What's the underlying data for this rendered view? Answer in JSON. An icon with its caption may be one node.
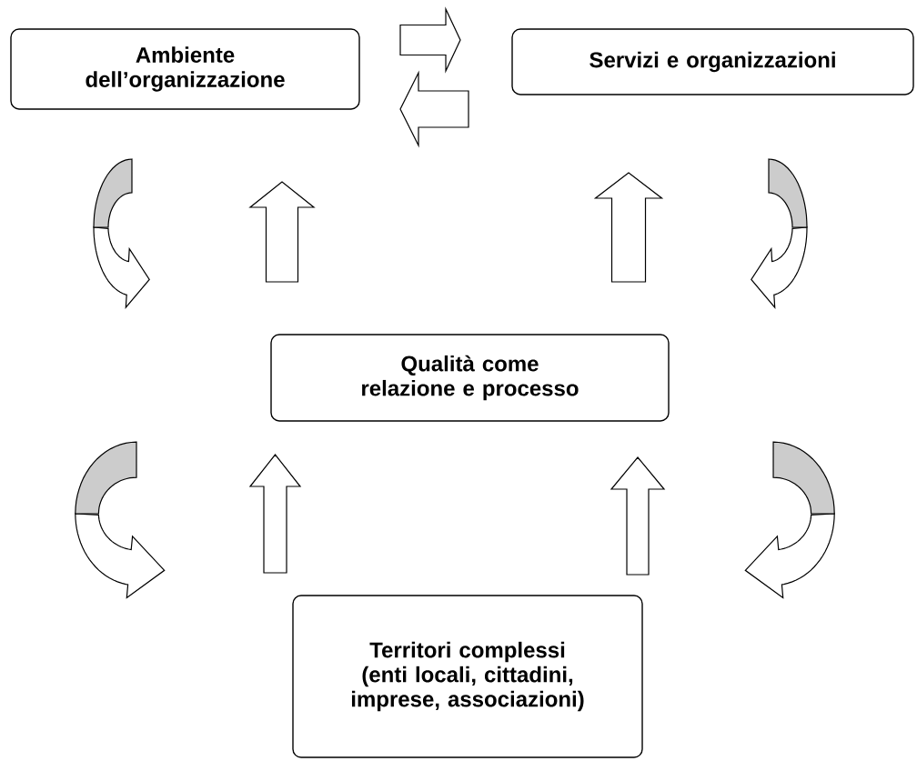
{
  "diagram": {
    "nodes": [
      {
        "text": [
          "Ambiente dell’organizzazione"
        ]
      },
      {
        "text": [
          "Servizi e organizzazioni"
        ]
      },
      {
        "text": [
          "Qualità come relazione e processo"
        ]
      },
      {
        "text": [
          "Territori complessi (enti locali, cittadini, imprese, associazioni)"
        ]
      }
    ],
    "edges": [
      {
        "from": 0,
        "to": 1,
        "arrow": "to"
      },
      {
        "from": 1,
        "to": 0,
        "arrow": "to"
      },
      {
        "from": 2,
        "to": 0,
        "arrow": "to"
      },
      {
        "from": 2,
        "to": 1,
        "arrow": "to"
      },
      {
        "from": 3,
        "to": 2,
        "arrow": "to"
      },
      {
        "from": 3,
        "to": 2,
        "arrow": "to"
      }
    ]
  }
}
